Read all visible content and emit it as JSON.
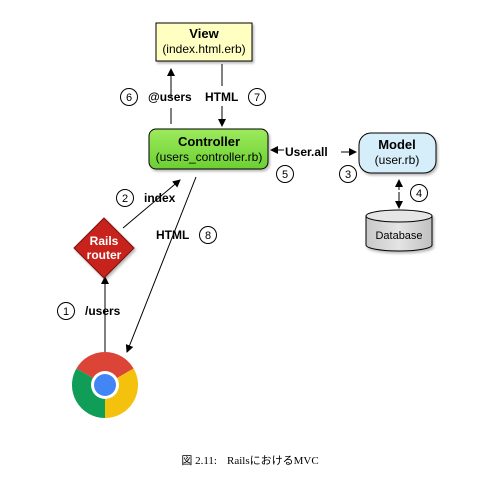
{
  "nodes": {
    "view": {
      "title": "View",
      "subtitle": "(index.html.erb)",
      "fill": "#FFFFC2"
    },
    "controller": {
      "title": "Controller",
      "subtitle": "(users_controller.rb)",
      "fill": "#82E14A"
    },
    "model": {
      "title": "Model",
      "subtitle": "(user.rb)",
      "fill": "#D6EEFA"
    },
    "database": {
      "label": "Database",
      "fill": "#D3D3D3"
    },
    "router": {
      "line1": "Rails",
      "line2": "router",
      "fill": "#C8201A"
    },
    "browser": {
      "icon": "chrome-icon"
    }
  },
  "edges": {
    "users_request": {
      "step": "1",
      "label": "/users"
    },
    "router_index": {
      "step": "2",
      "label": "index"
    },
    "user_all": {
      "step": "3",
      "label": "User.all"
    },
    "model_database": {
      "step": "4"
    },
    "controller_step": {
      "step": "5"
    },
    "at_users": {
      "step": "6",
      "label": "@users"
    },
    "view_html": {
      "step": "7",
      "label": "HTML"
    },
    "html_response": {
      "step": "8",
      "label": "HTML"
    }
  },
  "caption": {
    "label": "図 2.11:",
    "text": "RailsにおけるMVC"
  }
}
